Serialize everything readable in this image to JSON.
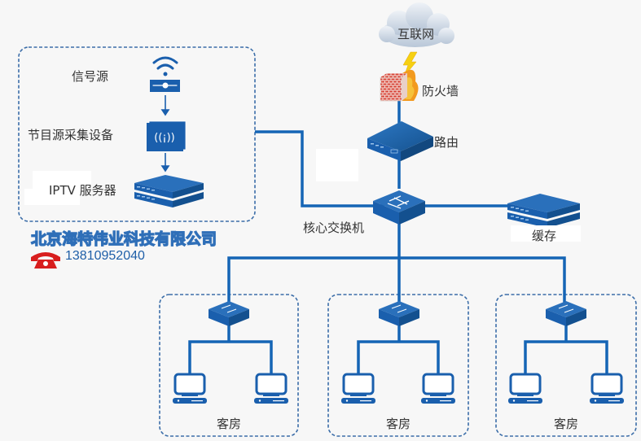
{
  "colors": {
    "line": "#1565b5",
    "device": "#1a5fad",
    "device_light": "#3a7fc8",
    "dashed_border": "#3b6da8",
    "background": "#f7f7f7",
    "company_text": "#2f6fb8",
    "phone_icon": "#d81e1e",
    "firewall_brick": "#d9473a",
    "flame": "#f29a1f",
    "lightning": "#f6d012",
    "cloud": "#cfd9e6"
  },
  "source_group": {
    "signal_source_label": "信号源",
    "capture_device_label": "节目源采集设备",
    "iptv_server_label": "IPTV 服务器"
  },
  "network": {
    "internet_label": "互联网",
    "firewall_label": "防火墙",
    "router_label": "路由",
    "core_switch_label": "核心交换机",
    "cache_label": "缓存"
  },
  "rooms": [
    {
      "label": "客房"
    },
    {
      "label": "客房"
    },
    {
      "label": "客房"
    }
  ],
  "company": {
    "name": "北京海特伟业科技有限公司",
    "phone": "13810952040",
    "phone_icon": "telephone-icon"
  }
}
